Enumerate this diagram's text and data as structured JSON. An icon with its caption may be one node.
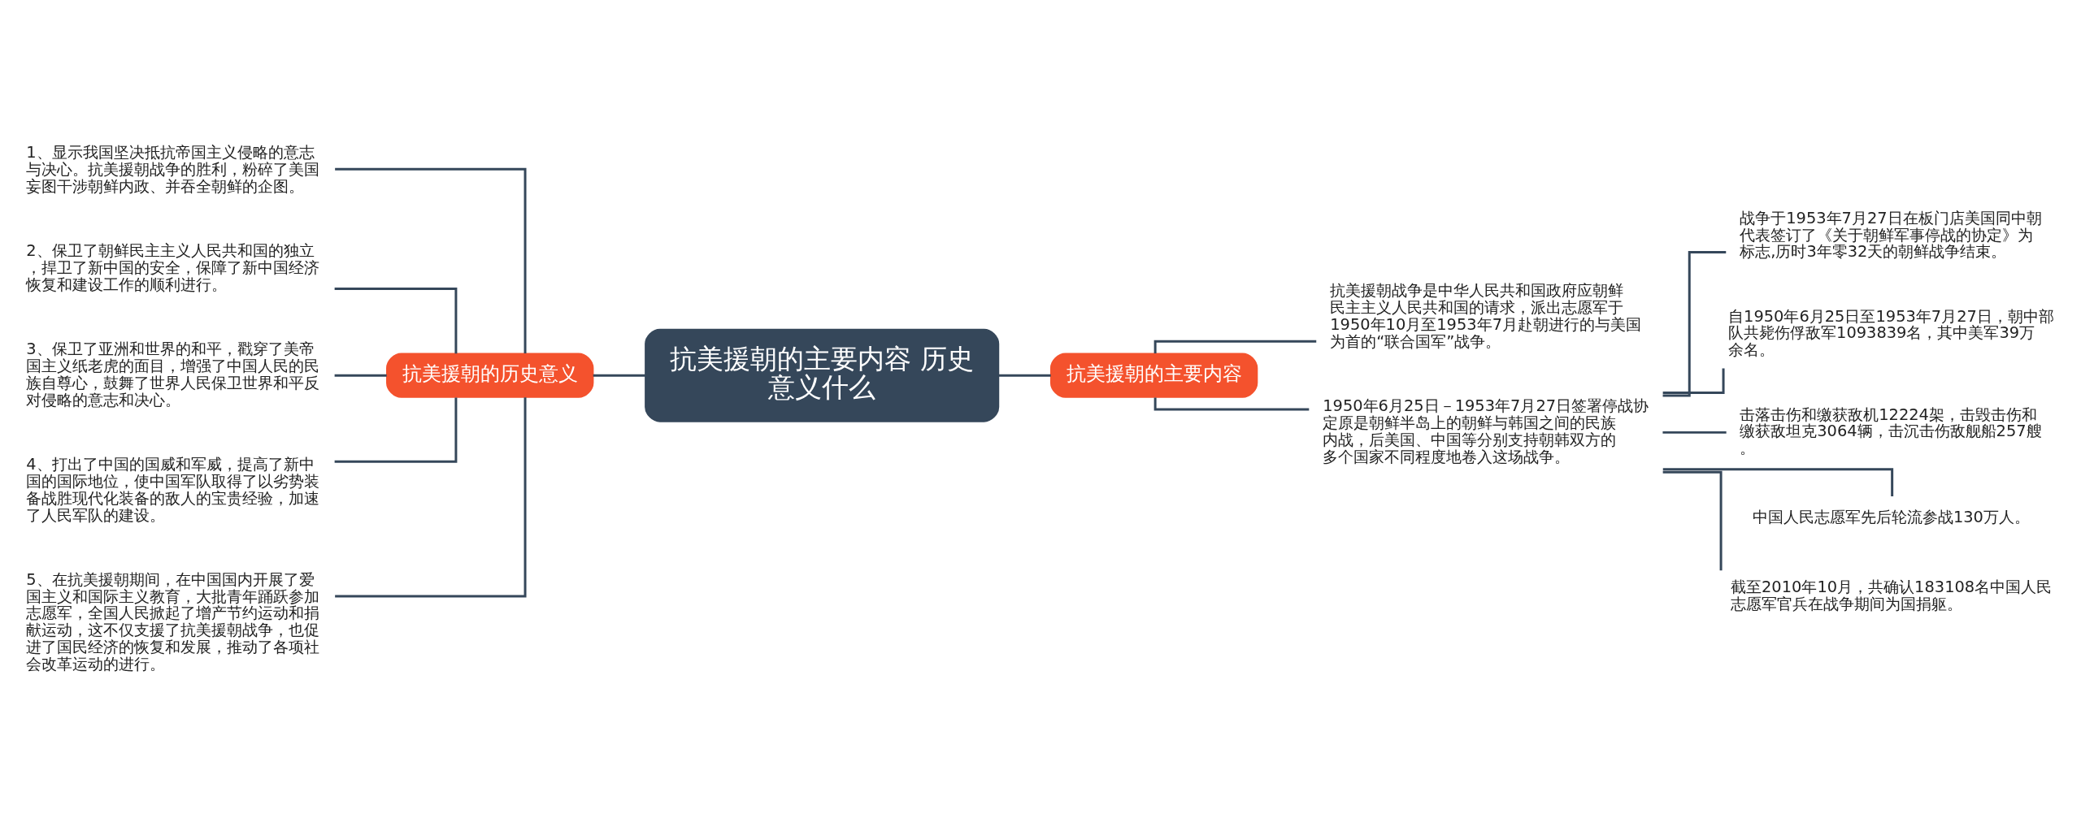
{
  "diagram": {
    "nodes": [
      {
        "text": [
          "抗美援朝的主要内容 历史意义什么"
        ]
      },
      {
        "text": [
          "抗美援朝的历史意义"
        ]
      },
      {
        "text": [
          "1、显示我国坚决抵抗帝国主义侵略的意志与决心。抗美援朝战争的胜利，粉碎了美国妄图干涉朝鲜内政、并吞全朝鲜的企图。"
        ]
      },
      {
        "text": [
          "2、保卫了朝鲜民主主义人民共和国的独立，捍卫了新中国的安全，保障了新中国经济恢复和建设工作的顺利进行。"
        ]
      },
      {
        "text": [
          "3、保卫了亚洲和世界的和平，戳穿了美帝国主义纸老虎的面目，增强了中国人民的民族自尊心，鼓舞了世界人民保卫世界和平反对侵略的意志和决心。"
        ]
      },
      {
        "text": [
          "4、打出了中国的国威和军威，提高了新中国的国际地位，使中国军队取得了以劣势装备战胜现代化装备的敌人的宝贵经验，加速了人民军队的建设。"
        ]
      },
      {
        "text": [
          "5、在抗美援朝期间，在中国国内开展了爱国主义和国际主义教育，大批青年踊跃参加志愿军，全国人民掀起了增产节约运动和捐献运动，这不仅支援了抗美援朝战争，也促进了国民经济的恢复和发展，推动了各项社会改革运动的进行。"
        ]
      },
      {
        "text": [
          "抗美援朝的主要内容"
        ]
      },
      {
        "text": [
          "抗美援朝战争是中华人民共和国政府应朝鲜民主主义人民共和国的请求，派出志愿军于1950年10月至1953年7月赴朝进行的与美国为首的“联合国军”战争。"
        ]
      },
      {
        "text": [
          "1950年6月25日－1953年7月27日签署停战协定原是朝鲜半岛上的朝鲜与韩国之间的民族内战，后美国、中国等分别支持朝韩双方的多个国家不同程度地卷入这场战争。"
        ]
      },
      {
        "text": [
          "战争于1953年7月27日在板门店美国同中朝代表签订了《关于朝鲜军事停战的协定》为标志,历时3年零32天的朝鲜战争结束。"
        ]
      },
      {
        "text": [
          "自1950年6月25日至1953年7月27日，朝中部队共毙伤俘敌军1093839名，其中美军39万余名。"
        ]
      },
      {
        "text": [
          "击落击伤和缴获敌机12224架，击毁击伤和缴获敌坦克3064辆，击沉击伤敌舰船257艘。"
        ]
      },
      {
        "text": [
          "中国人民志愿军先后轮流参战130万人。"
        ]
      },
      {
        "text": [
          "截至2010年10月，共确认183108名中国人民志愿军官兵在战争期间为国捐躯。"
        ]
      }
    ],
    "edges": [
      {
        "from": 1,
        "to": 0,
        "arrow": "none"
      },
      {
        "from": 2,
        "to": 1,
        "arrow": "none"
      },
      {
        "from": 3,
        "to": 1,
        "arrow": "none"
      },
      {
        "from": 4,
        "to": 1,
        "arrow": "none"
      },
      {
        "from": 5,
        "to": 1,
        "arrow": "none"
      },
      {
        "from": 6,
        "to": 1,
        "arrow": "none"
      },
      {
        "from": 0,
        "to": 7,
        "arrow": "none"
      },
      {
        "from": 7,
        "to": 8,
        "arrow": "none"
      },
      {
        "from": 7,
        "to": 9,
        "arrow": "none"
      },
      {
        "from": 9,
        "to": 10,
        "arrow": "none"
      },
      {
        "from": 9,
        "to": 11,
        "arrow": "none"
      },
      {
        "from": 9,
        "to": 12,
        "arrow": "none"
      },
      {
        "from": 9,
        "to": 13,
        "arrow": "none"
      },
      {
        "from": 9,
        "to": 14,
        "arrow": "none"
      }
    ]
  }
}
